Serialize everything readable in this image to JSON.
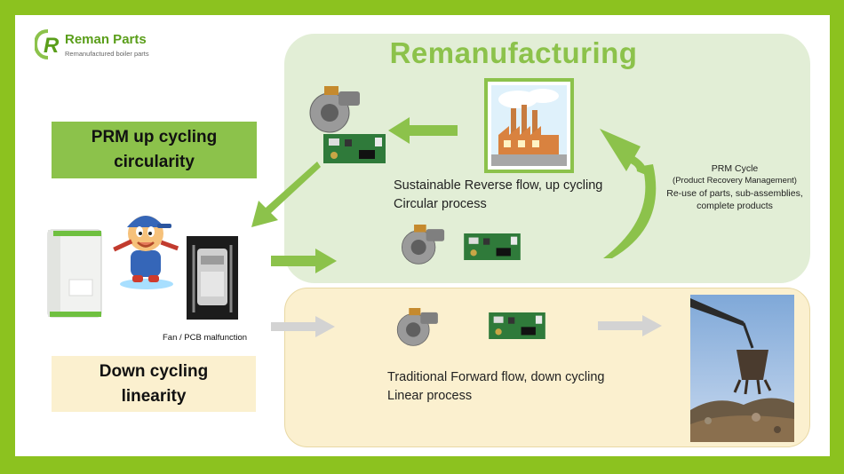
{
  "logo": {
    "name": "Reman Parts",
    "tagline": "Remanufactured boiler parts",
    "icon": "r-circle-logo-icon"
  },
  "title": "Remanufacturing",
  "prm_box": {
    "text": "PRM up cycling\ncircularity"
  },
  "down_box": {
    "text": "Down cycling\nlinearity"
  },
  "reverse_flow": {
    "line1": "Sustainable Reverse flow, up cycling",
    "line2": "Circular process"
  },
  "forward_flow": {
    "line1": "Traditional Forward flow, down cycling",
    "line2": "Linear process"
  },
  "prm_cycle": {
    "title": "PRM Cycle",
    "line1": "(Product Recovery Management)",
    "line2": "Re-use of parts, sub-assemblies,",
    "line3": "complete products"
  },
  "malfunction_label": "Fan / PCB malfunction",
  "colors": {
    "outer_border": "#8cc21f",
    "green_accent": "#8cc24b",
    "reman_panel": "#e2eed6",
    "linear_panel": "#fbf0cf",
    "grey_arrow": "#d3d3d3"
  },
  "icons": [
    "boiler-icon",
    "plumber-mascot-icon",
    "boiler-interior-icon",
    "blower-fan-icon",
    "pcb-board-icon",
    "factory-icon",
    "scrap-crane-icon"
  ]
}
